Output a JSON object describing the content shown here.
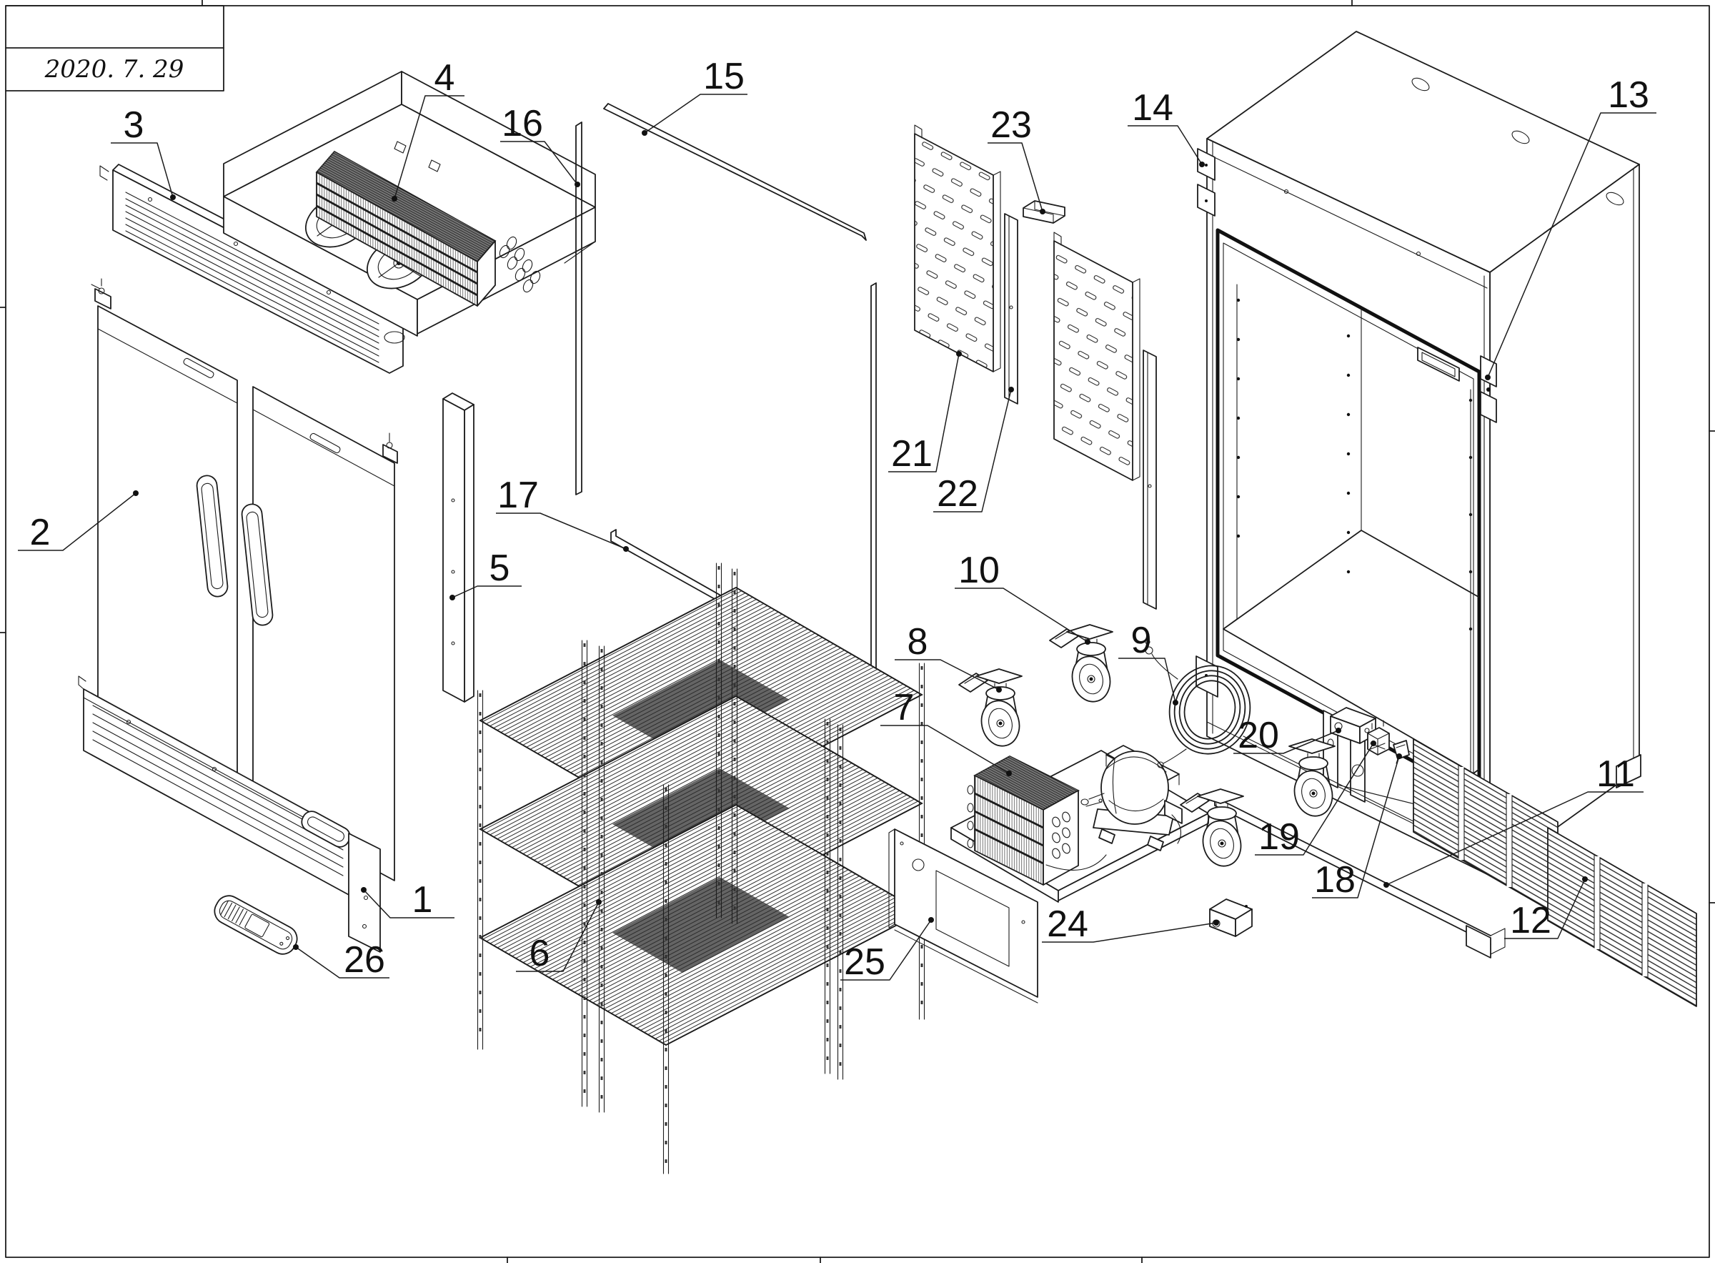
{
  "title_block": {
    "date": "2020. 7. 29"
  },
  "sheet": {
    "background": "#ffffff",
    "line_color": "#1c1c1c"
  },
  "parts": [
    {
      "num": "1"
    },
    {
      "num": "2"
    },
    {
      "num": "3"
    },
    {
      "num": "4"
    },
    {
      "num": "5"
    },
    {
      "num": "6"
    },
    {
      "num": "7"
    },
    {
      "num": "8"
    },
    {
      "num": "9"
    },
    {
      "num": "10"
    },
    {
      "num": "11"
    },
    {
      "num": "12"
    },
    {
      "num": "13"
    },
    {
      "num": "14"
    },
    {
      "num": "15"
    },
    {
      "num": "16"
    },
    {
      "num": "17"
    },
    {
      "num": "18"
    },
    {
      "num": "19"
    },
    {
      "num": "20"
    },
    {
      "num": "21"
    },
    {
      "num": "22"
    },
    {
      "num": "23"
    },
    {
      "num": "24"
    },
    {
      "num": "25"
    },
    {
      "num": "26"
    }
  ]
}
